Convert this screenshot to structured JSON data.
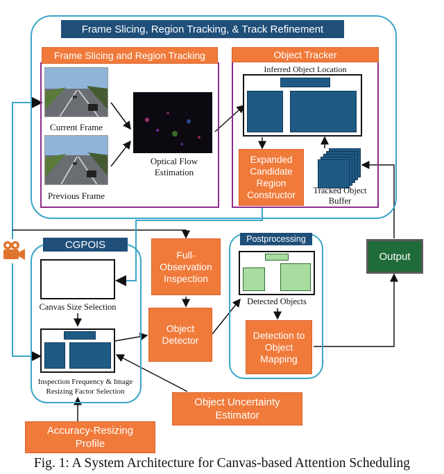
{
  "caption": "Fig. 1: A System Architecture for Canvas-based Attention Scheduling",
  "top_module": {
    "title": "Frame Slicing, Region Tracking, & Track Refinement",
    "frame_slicing": {
      "title": "Frame Slicing and Region Tracking",
      "current_frame_label": "Current Frame",
      "previous_frame_label": "Previous Frame",
      "optical_flow_label_line1": "Optical Flow",
      "optical_flow_label_line2": "Estimation"
    },
    "object_tracker": {
      "title": "Object Tracker",
      "inferred_label": "Inferred Object Location",
      "expanded_candidate": "Expanded Candidate Region Constructor",
      "tracked_buffer_line1": "Tracked Object",
      "tracked_buffer_line2": "Buffer"
    }
  },
  "cgpois": {
    "title": "CGPOIS",
    "canvas_size_label": "Canvas Size Selection",
    "inspection_label_line1": "Inspection Frequency & Image",
    "inspection_label_line2": "Resizing Factor Selection"
  },
  "full_observation": "Full-Observation Inspection",
  "object_detector": "Object Detector",
  "postprocessing": {
    "title": "Postprocessing",
    "detected_objects_label": "Detected Objects",
    "detection_to_object": "Detection to Object Mapping"
  },
  "output": "Output",
  "object_uncertainty": "Object Uncertainty Estimator",
  "accuracy_resizing": "Accuracy-Resizing Profile",
  "icons": {
    "camera": "video-camera-icon"
  },
  "colors": {
    "orange": "#f07a3a",
    "navy": "#1f4e79",
    "module_border": "#3aa5c8",
    "purple_border": "#8b2a8b",
    "output_green": "#1f6b3a"
  }
}
